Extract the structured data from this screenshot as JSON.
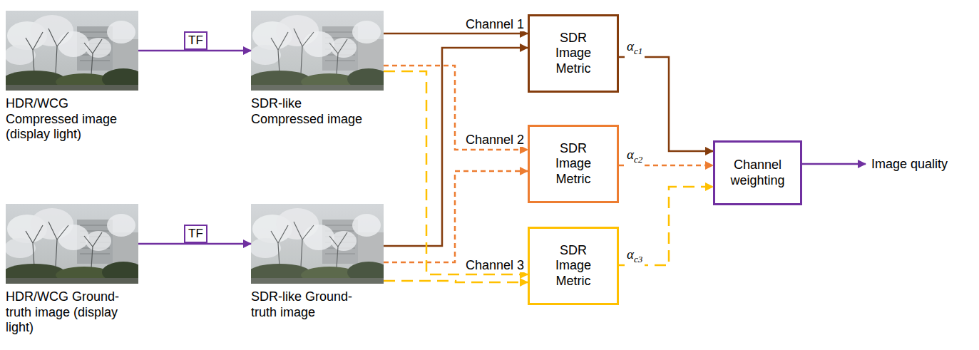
{
  "diagram": {
    "nodes": [
      {
        "text": [
          "HDR/WCG Compressed image (display light)"
        ]
      },
      {
        "text": [
          "SDR-like Compressed image"
        ]
      },
      {
        "text": [
          "HDR/WCG Ground-truth image (display light)"
        ]
      },
      {
        "text": [
          "SDR-like Ground-truth image"
        ]
      },
      {
        "text": [
          "SDR Image Metric"
        ]
      },
      {
        "text": [
          "SDR Image Metric"
        ]
      },
      {
        "text": [
          "SDR Image Metric"
        ]
      },
      {
        "text": [
          "Channel weighting"
        ]
      }
    ],
    "edges": [
      {
        "from": 0,
        "to": 1,
        "label": "TF",
        "arrow": "to"
      },
      {
        "from": 2,
        "to": 3,
        "label": "TF",
        "arrow": "to"
      },
      {
        "from": 1,
        "to": 4,
        "label": "Channel 1",
        "arrow": "to"
      },
      {
        "from": 3,
        "to": 4,
        "arrow": "to"
      },
      {
        "from": 1,
        "to": 5,
        "label": "Channel 2",
        "arrow": "to"
      },
      {
        "from": 3,
        "to": 5,
        "arrow": "to"
      },
      {
        "from": 1,
        "to": 6,
        "label": "Channel 3",
        "arrow": "to"
      },
      {
        "from": 3,
        "to": 6,
        "arrow": "to"
      },
      {
        "from": 4,
        "to": 7,
        "label": "αc1",
        "arrow": "to"
      },
      {
        "from": 5,
        "to": 7,
        "label": "αc2",
        "arrow": "to"
      },
      {
        "from": 6,
        "to": 7,
        "label": "αc3",
        "arrow": "to"
      }
    ],
    "labels": [
      "Image quality"
    ]
  }
}
